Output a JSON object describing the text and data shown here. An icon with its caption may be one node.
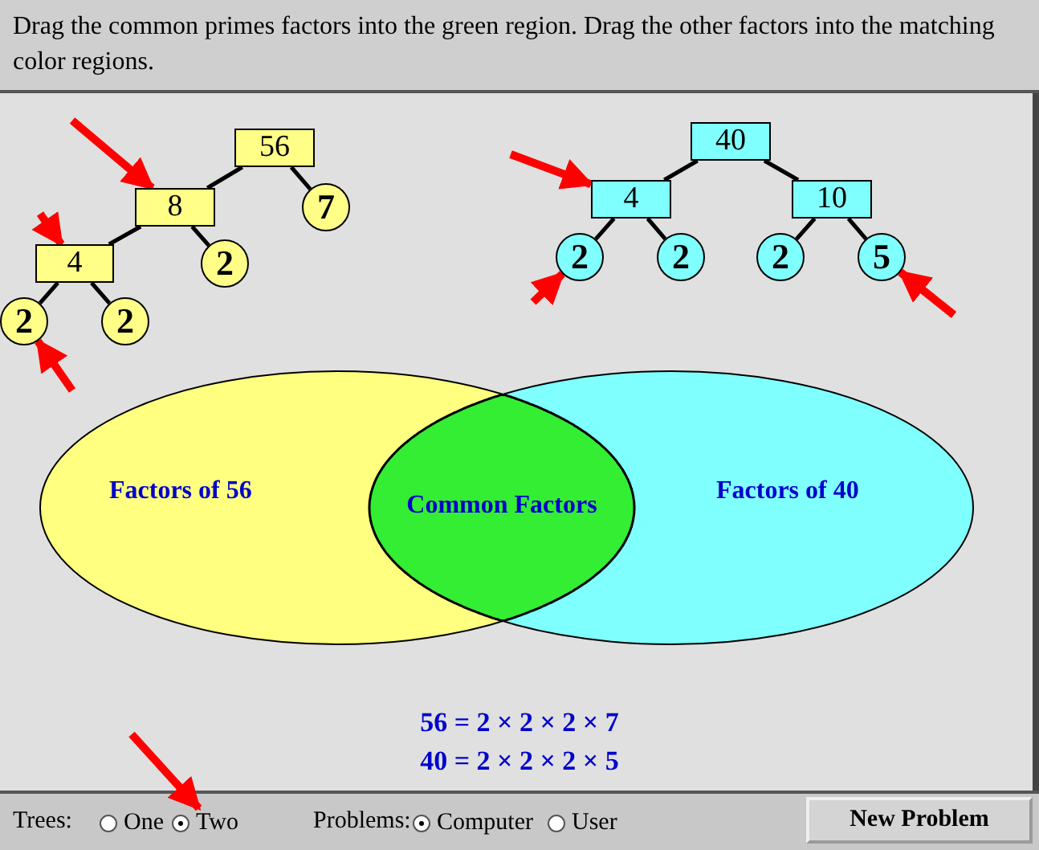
{
  "diagram": {
    "title": "Drag the common primes factors into the green region. Drag the other factors into the matching color regions.",
    "nodes": [
      {
        "text": [
          "56"
        ]
      },
      {
        "text": [
          "8"
        ]
      },
      {
        "text": [
          "7"
        ]
      },
      {
        "text": [
          "4"
        ]
      },
      {
        "text": [
          "2"
        ]
      },
      {
        "text": [
          "2"
        ]
      },
      {
        "text": [
          "2"
        ]
      },
      {
        "text": [
          "40"
        ]
      },
      {
        "text": [
          "4"
        ]
      },
      {
        "text": [
          "10"
        ]
      },
      {
        "text": [
          "2"
        ]
      },
      {
        "text": [
          "2"
        ]
      },
      {
        "text": [
          "2"
        ]
      },
      {
        "text": [
          "5"
        ]
      },
      {
        "text": [
          "Factors of 56"
        ]
      },
      {
        "text": [
          "Common Factors"
        ]
      },
      {
        "text": [
          "Factors of 40"
        ]
      },
      {
        "text": [
          "One"
        ]
      },
      {
        "text": [
          "Two"
        ]
      },
      {
        "text": [
          "Computer"
        ]
      },
      {
        "text": [
          "User"
        ]
      }
    ],
    "edges": [
      {
        "from": 0,
        "to": 1,
        "arrow": "none"
      },
      {
        "from": 0,
        "to": 2,
        "arrow": "none"
      },
      {
        "from": 1,
        "to": 3,
        "arrow": "none"
      },
      {
        "from": 1,
        "to": 4,
        "arrow": "none"
      },
      {
        "from": 3,
        "to": 5,
        "arrow": "none"
      },
      {
        "from": 3,
        "to": 6,
        "arrow": "none"
      },
      {
        "from": 7,
        "to": 8,
        "arrow": "none"
      },
      {
        "from": 7,
        "to": 9,
        "arrow": "none"
      },
      {
        "from": 8,
        "to": 10,
        "arrow": "none"
      },
      {
        "from": 8,
        "to": 11,
        "arrow": "none"
      },
      {
        "from": 9,
        "to": 12,
        "arrow": "none"
      },
      {
        "from": 9,
        "to": 13,
        "arrow": "none"
      },
      {
        "from": null,
        "to": 1,
        "arrow": "to",
        "style": "thick",
        "color": "#ff0000"
      },
      {
        "from": null,
        "to": 3,
        "arrow": "to",
        "style": "thick",
        "color": "#ff0000"
      },
      {
        "from": null,
        "to": 5,
        "arrow": "to",
        "style": "thick",
        "color": "#ff0000"
      },
      {
        "from": null,
        "to": 8,
        "arrow": "to",
        "style": "thick",
        "color": "#ff0000"
      },
      {
        "from": null,
        "to": 10,
        "arrow": "to",
        "style": "thick",
        "color": "#ff0000"
      },
      {
        "from": null,
        "to": 13,
        "arrow": "to",
        "style": "thick",
        "color": "#ff0000"
      },
      {
        "from": null,
        "to": 18,
        "arrow": "to",
        "style": "thick",
        "color": "#ff0000"
      }
    ],
    "labels": [
      "56 = 2 × 2 × 2 × 7",
      "40 = 2 × 2 × 2 × 5",
      "Trees:",
      "Problems:",
      "New Problem"
    ]
  }
}
